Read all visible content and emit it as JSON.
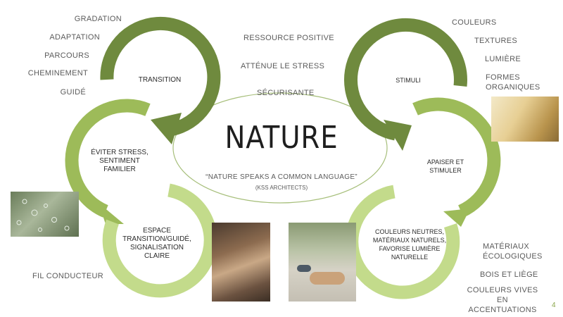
{
  "center": {
    "title": "NATURE",
    "quote": "“NATURE SPEAKS A COMMON LANGUAGE”",
    "credit": "(KSS ARCHITECTS)"
  },
  "cycle_labels": {
    "transition": "TRANSITION",
    "stimuli": "STIMULI",
    "eviter_stress": "ÉVITER STRESS, SENTIMENT FAMILIER",
    "apaiser": "APAISER ET STIMULER",
    "espace": "ESPACE TRANSITION/GUIDÉ, SIGNALISATION CLAIRE",
    "couleurs_neutres": "COULEURS NEUTRES, MATÉRIAUX NATURELS, FAVORISE LUMIÈRE NATURELLE"
  },
  "left_keywords": [
    "GRADATION",
    "ADAPTATION",
    "PARCOURS",
    "CHEMINEMENT",
    "GUIDÉ"
  ],
  "center_keywords": [
    "RESSOURCE POSITIVE",
    "ATTÉNUE LE STRESS",
    "SÉCURISANTE"
  ],
  "right_keywords": [
    "COULEURS",
    "TEXTURES",
    "LUMIÈRE",
    "FORMES ORGANIQUES"
  ],
  "bottom_left_keyword": "FIL CONDUCTEUR",
  "bottom_right_keywords": [
    "MATÉRIAUX ÉCOLOGIQUES",
    "BOIS ET LIÈGE",
    "COULEURS VIVES EN ACCENTUATIONS"
  ],
  "page_number": "4",
  "colors": {
    "dark_green": "#6f8a3e",
    "mid_green": "#9dbb59",
    "light_green": "#c3db8b",
    "ellipse_stroke": "#a7bf7b"
  },
  "images": [
    "bubbles-photo",
    "wood-curve-photo",
    "bench-photo",
    "hand-meadow-photo"
  ]
}
